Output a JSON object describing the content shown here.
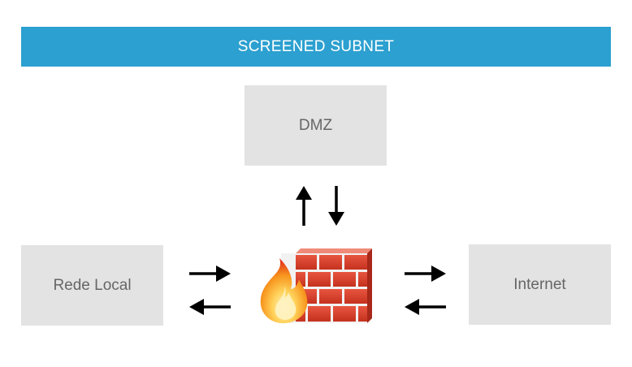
{
  "banner": {
    "title": "SCREENED SUBNET"
  },
  "nodes": {
    "dmz": "DMZ",
    "lan": "Rede Local",
    "internet": "Internet"
  },
  "icons": {
    "firewall": "firewall-brick-wall-with-flame-icon",
    "arrows": "arrow-icon"
  },
  "colors": {
    "banner": "#2ca0d0",
    "box": "#e3e3e3",
    "box_text": "#666666",
    "brick": "#d8412f",
    "mortar": "#f4f4f4",
    "flame_outer": "#e8401c",
    "flame_mid": "#f7941d",
    "flame_inner": "#ffe9a8"
  }
}
